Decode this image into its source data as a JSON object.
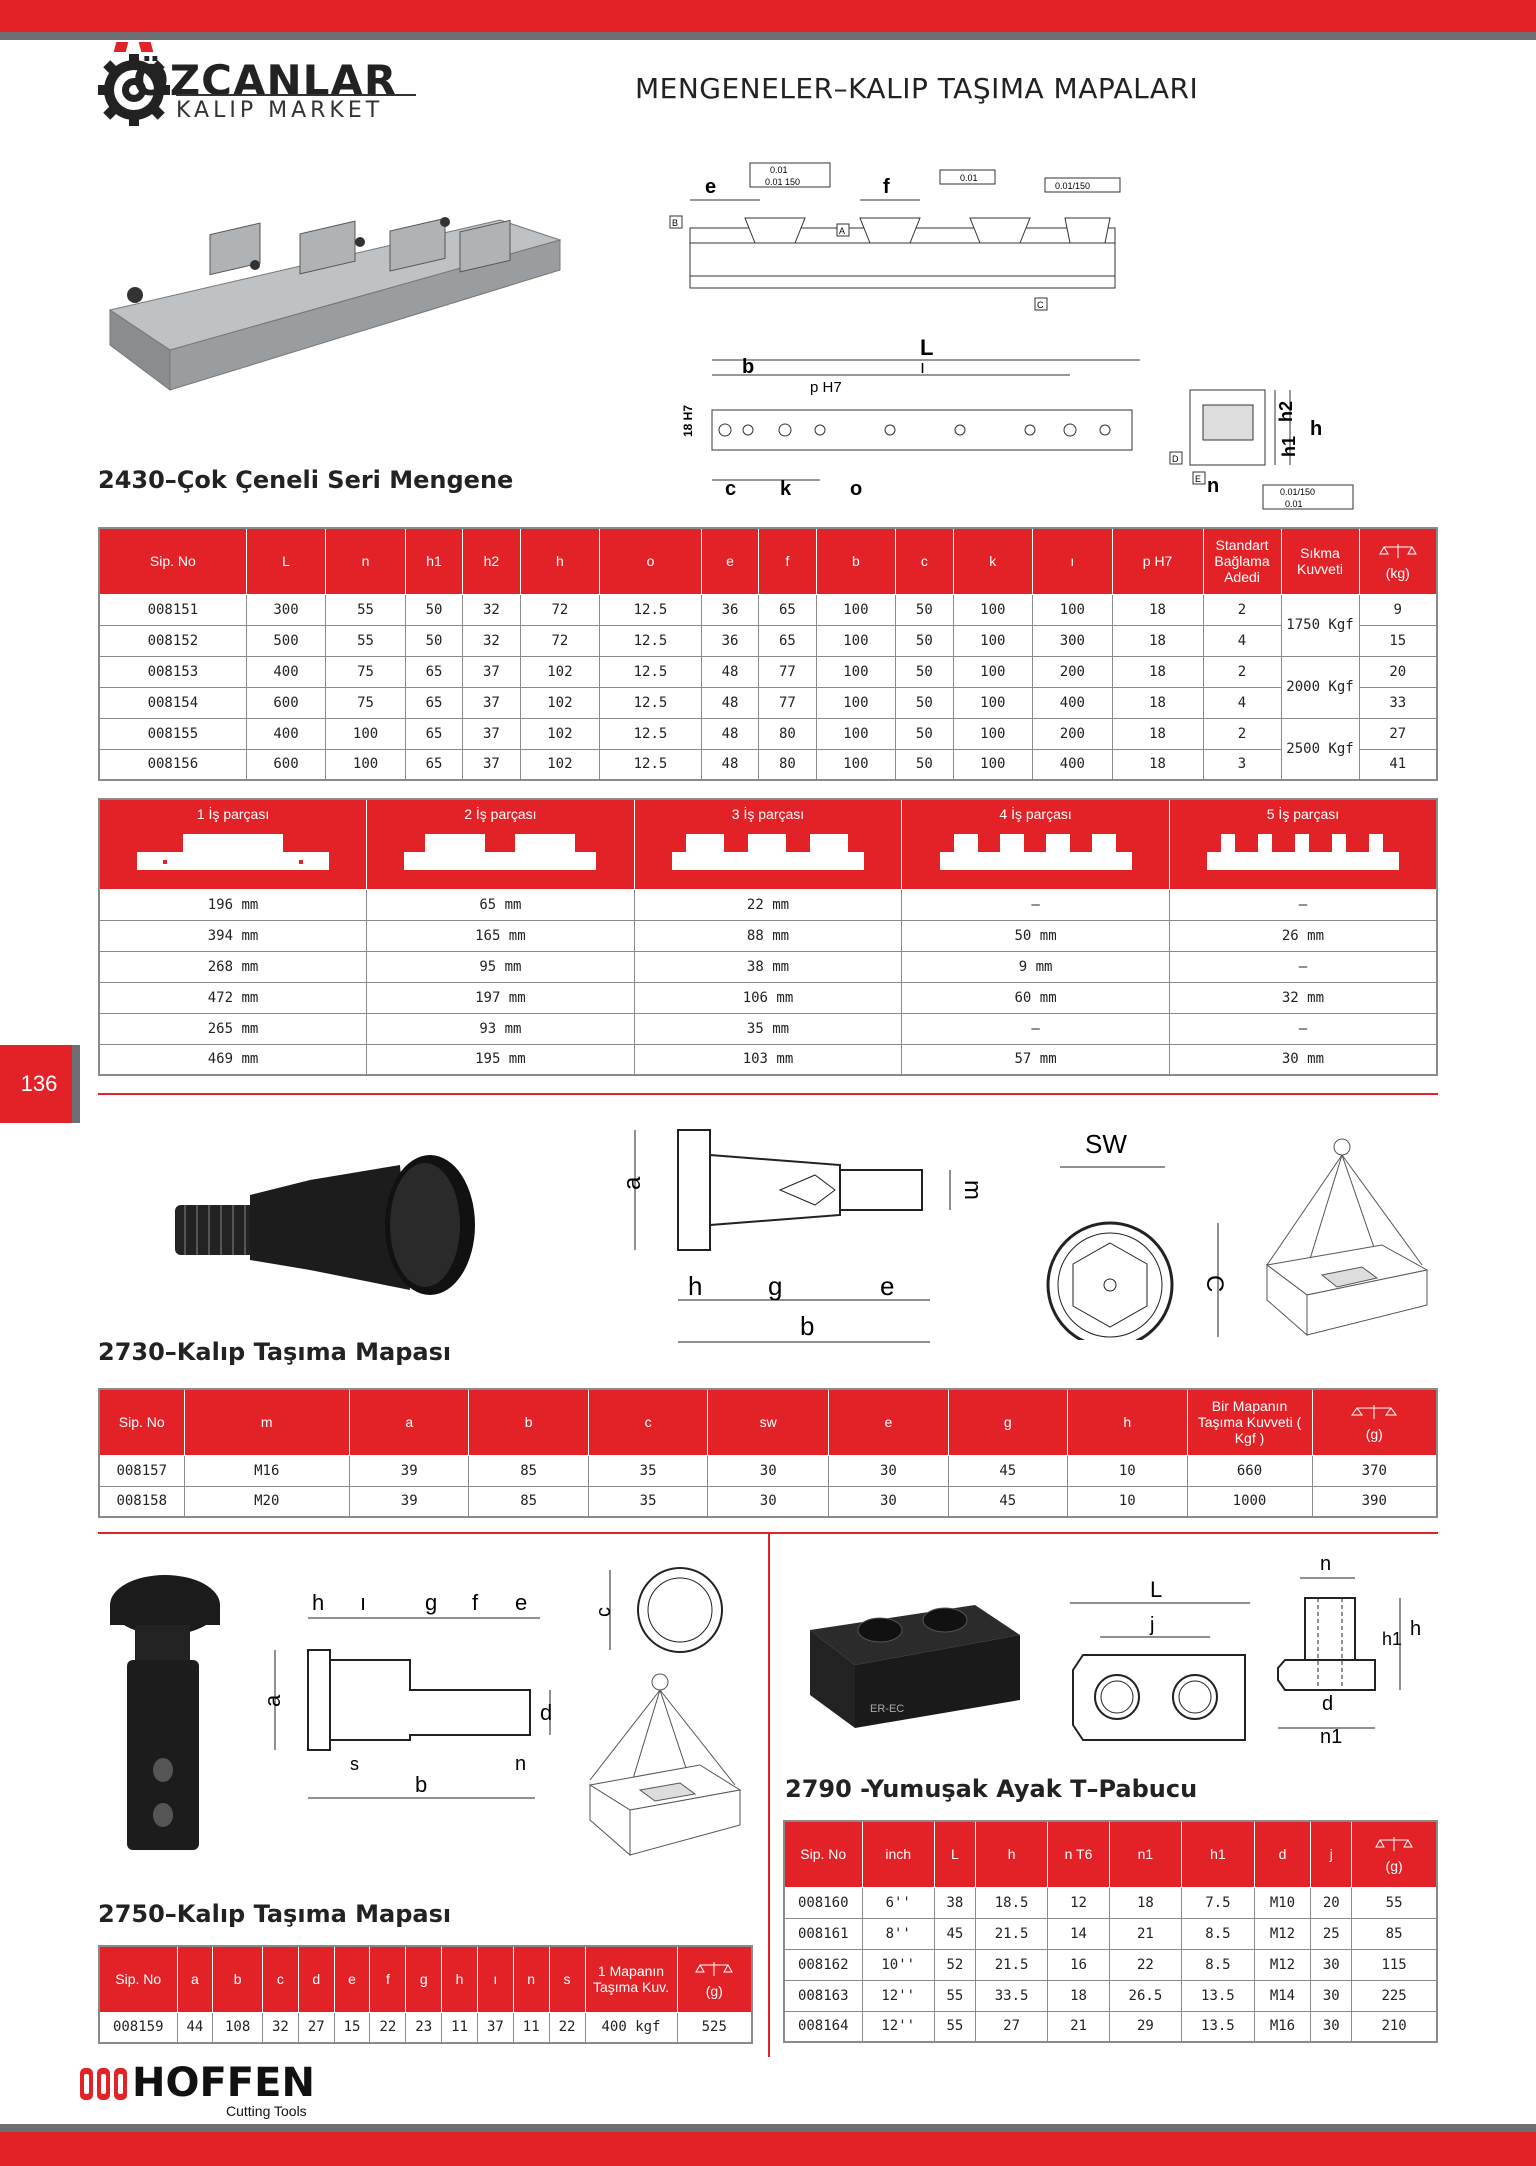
{
  "brand": {
    "name": "ÖZCANLAR",
    "sub": "KALIP MARKET"
  },
  "page_title": "MENGENELER–KALIP TAŞIMA MAPALARI",
  "page_number": "136",
  "footer": {
    "brand": "HOFFEN",
    "sub": "Cutting Tools"
  },
  "colors": {
    "accent": "#e32228",
    "grey": "#6d6e71"
  },
  "section1": {
    "title": "2430–Çok Çeneli Seri Mengene",
    "drawing_labels": {
      "e": "e",
      "f": "f",
      "L": "L",
      "b": "b",
      "l": "ı",
      "pH7": "p H7",
      "h18": "18 H7",
      "c": "c",
      "k": "k",
      "o": "o",
      "n": "n",
      "h1": "h1",
      "h2": "h2",
      "h": "h",
      "D": "D",
      "E": "E",
      "A": "A",
      "B": "B",
      "C": "C",
      "tol1": "0.01",
      "tol2": "0.01 150",
      "tol3": "0.01",
      "tol4": "0.01/150",
      "tol5": "0.01/150",
      "tol6": "0.01"
    },
    "headers": [
      "Sip. No",
      "L",
      "n",
      "h1",
      "h2",
      "h",
      "o",
      "e",
      "f",
      "b",
      "c",
      "k",
      "ı",
      "p H7",
      "Standart Bağlama Adedi",
      "Sıkma Kuvveti",
      "(kg)"
    ],
    "rows": [
      [
        "008151",
        "300",
        "55",
        "50",
        "32",
        "72",
        "12.5",
        "36",
        "65",
        "100",
        "50",
        "100",
        "100",
        "18",
        "2",
        "9"
      ],
      [
        "008152",
        "500",
        "55",
        "50",
        "32",
        "72",
        "12.5",
        "36",
        "65",
        "100",
        "50",
        "100",
        "300",
        "18",
        "4",
        "15"
      ],
      [
        "008153",
        "400",
        "75",
        "65",
        "37",
        "102",
        "12.5",
        "48",
        "77",
        "100",
        "50",
        "100",
        "200",
        "18",
        "2",
        "20"
      ],
      [
        "008154",
        "600",
        "75",
        "65",
        "37",
        "102",
        "12.5",
        "48",
        "77",
        "100",
        "50",
        "100",
        "400",
        "18",
        "4",
        "33"
      ],
      [
        "008155",
        "400",
        "100",
        "65",
        "37",
        "102",
        "12.5",
        "48",
        "80",
        "100",
        "50",
        "100",
        "200",
        "18",
        "2",
        "27"
      ],
      [
        "008156",
        "600",
        "100",
        "65",
        "37",
        "102",
        "12.5",
        "48",
        "80",
        "100",
        "50",
        "100",
        "400",
        "18",
        "3",
        "41"
      ]
    ],
    "force": [
      "1750 Kgf",
      "2000 Kgf",
      "2500 Kgf"
    ],
    "workpiece_headers": [
      "1 İş parçası",
      "2 İş parçası",
      "3 İş parçası",
      "4 İş parçası",
      "5 İş parçası"
    ],
    "workpiece_rows": [
      [
        "196 mm",
        "65 mm",
        "22 mm",
        "–",
        "–"
      ],
      [
        "394 mm",
        "165 mm",
        "88 mm",
        "50 mm",
        "26 mm"
      ],
      [
        "268 mm",
        "95 mm",
        "38 mm",
        "9 mm",
        "–"
      ],
      [
        "472 mm",
        "197 mm",
        "106 mm",
        "60 mm",
        "32 mm"
      ],
      [
        "265 mm",
        "93 mm",
        "35 mm",
        "–",
        "–"
      ],
      [
        "469 mm",
        "195 mm",
        "103 mm",
        "57 mm",
        "30 mm"
      ]
    ]
  },
  "section2": {
    "title": "2730–Kalıp Taşıma Mapası",
    "drawing_labels": {
      "a": "a",
      "m": "m",
      "h": "h",
      "g": "g",
      "e": "e",
      "b": "b",
      "sw": "SW",
      "c": "C"
    },
    "headers": [
      "Sip. No",
      "m",
      "a",
      "b",
      "c",
      "sw",
      "e",
      "g",
      "h",
      "Bir Mapanın Taşıma Kuvveti ( Kgf )",
      "(g)"
    ],
    "rows": [
      [
        "008157",
        "M16",
        "39",
        "85",
        "35",
        "30",
        "30",
        "45",
        "10",
        "660",
        "370"
      ],
      [
        "008158",
        "M20",
        "39",
        "85",
        "35",
        "30",
        "30",
        "45",
        "10",
        "1000",
        "390"
      ]
    ]
  },
  "section3": {
    "title": "2750–Kalıp Taşıma Mapası",
    "drawing_labels": {
      "h": "h",
      "l": "ı",
      "g": "g",
      "f": "f",
      "e": "e",
      "a": "a",
      "d": "d",
      "s": "s",
      "n": "n",
      "b": "b",
      "c": "c"
    },
    "headers": [
      "Sip. No",
      "a",
      "b",
      "c",
      "d",
      "e",
      "f",
      "g",
      "h",
      "ı",
      "n",
      "s",
      "1 Mapanın Taşıma Kuv.",
      "(g)"
    ],
    "rows": [
      [
        "008159",
        "44",
        "108",
        "32",
        "27",
        "15",
        "22",
        "23",
        "11",
        "37",
        "11",
        "22",
        "400 kgf",
        "525"
      ]
    ]
  },
  "section4": {
    "title": "2790 -Yumuşak Ayak T–Pabucu",
    "drawing_labels": {
      "L": "L",
      "j": "j",
      "n": "n",
      "h": "h",
      "h1": "h1",
      "d": "d",
      "n1": "n1",
      "brand": "ER-EC"
    },
    "headers": [
      "Sip. No",
      "inch",
      "L",
      "h",
      "n T6",
      "n1",
      "h1",
      "d",
      "j",
      "(g)"
    ],
    "rows": [
      [
        "008160",
        "6''",
        "38",
        "18.5",
        "12",
        "18",
        "7.5",
        "M10",
        "20",
        "55"
      ],
      [
        "008161",
        "8''",
        "45",
        "21.5",
        "14",
        "21",
        "8.5",
        "M12",
        "25",
        "85"
      ],
      [
        "008162",
        "10''",
        "52",
        "21.5",
        "16",
        "22",
        "8.5",
        "M12",
        "30",
        "115"
      ],
      [
        "008163",
        "12''",
        "55",
        "33.5",
        "18",
        "26.5",
        "13.5",
        "M14",
        "30",
        "225"
      ],
      [
        "008164",
        "12''",
        "55",
        "27",
        "21",
        "29",
        "13.5",
        "M16",
        "30",
        "210"
      ]
    ]
  }
}
